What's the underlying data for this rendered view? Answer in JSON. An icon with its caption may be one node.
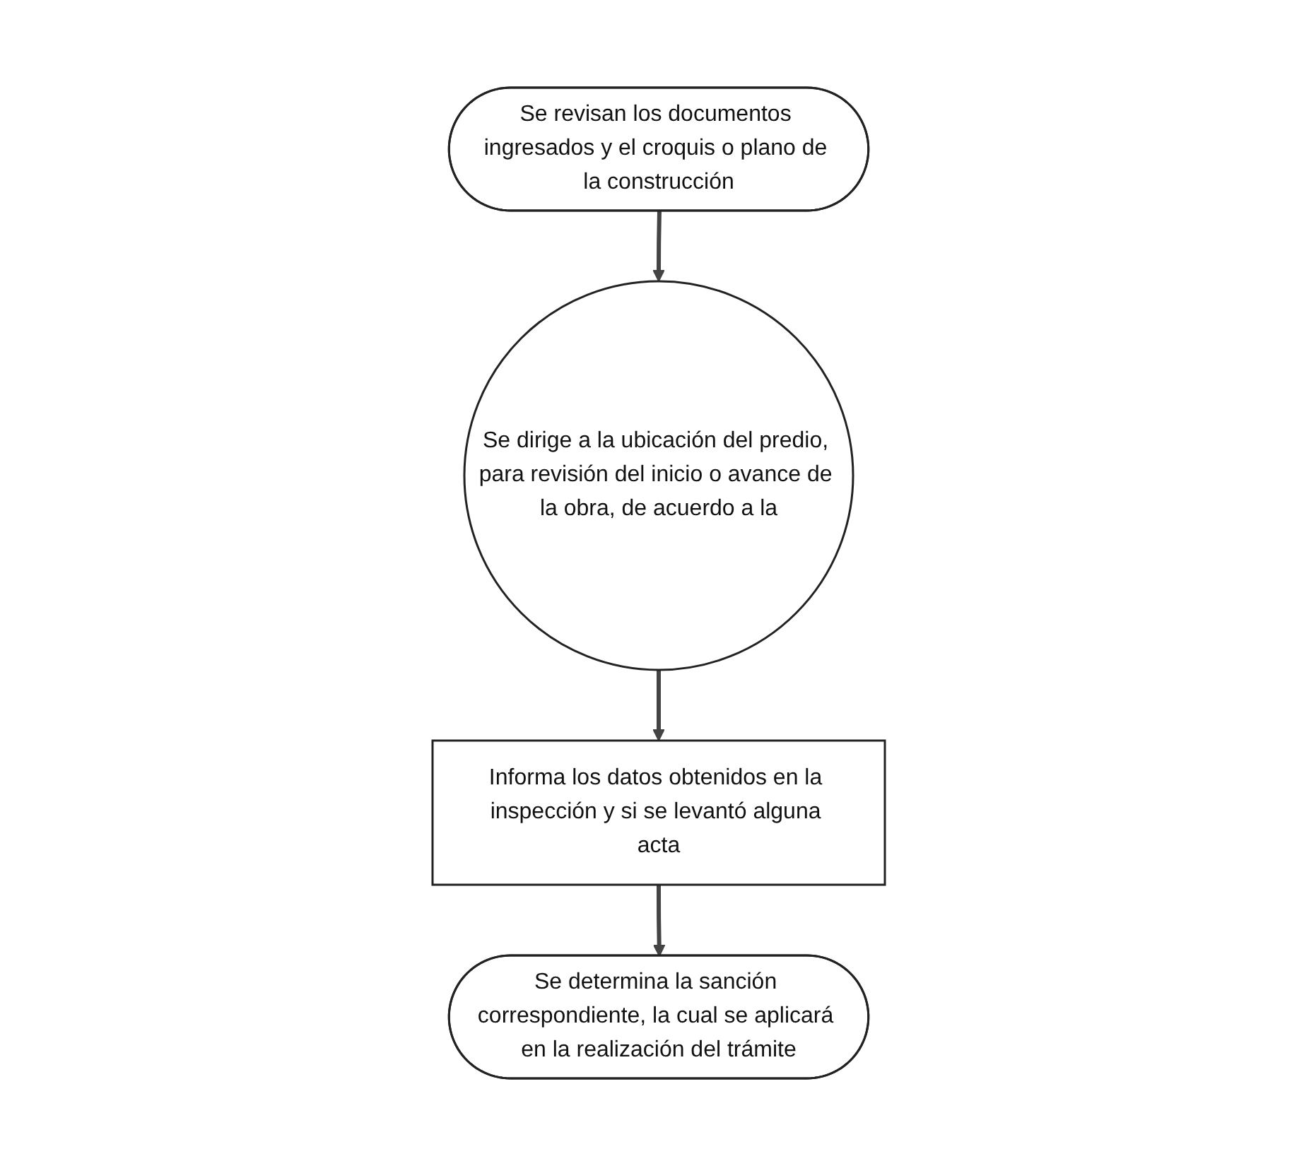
{
  "diagram": {
    "nodes": [
      {
        "text": [
          "Se revisan los documentos ingresados y el croquis o plano de la construcción"
        ]
      },
      {
        "text": [
          "Se dirige a la ubicación del predio, para revisión del inicio o avance de la obra, de acuerdo a la"
        ]
      },
      {
        "text": [
          "Informa los datos obtenidos en la inspección y si se levantó alguna acta"
        ]
      },
      {
        "text": [
          "Se determina la sanción correspondiente, la cual se aplicará en la realización del trámite"
        ]
      }
    ],
    "edges": [
      {
        "from": 0,
        "to": 1,
        "arrow": "to"
      },
      {
        "from": 1,
        "to": 2,
        "arrow": "to"
      },
      {
        "from": 2,
        "to": 3,
        "arrow": "to"
      }
    ]
  }
}
